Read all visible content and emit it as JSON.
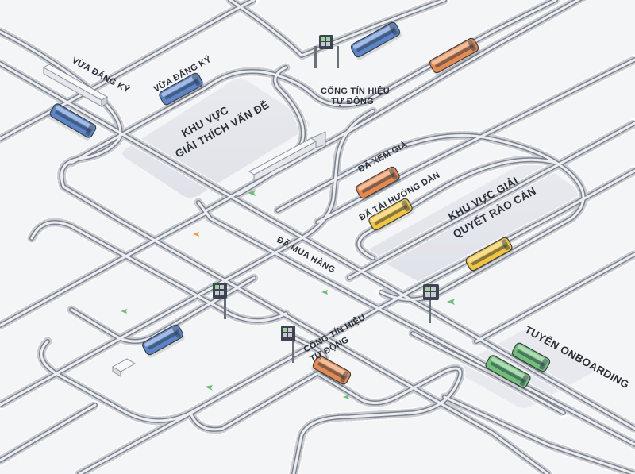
{
  "labels": {
    "vua_dang_ky_1": "VỪA ĐĂNG KÝ",
    "vua_dang_ky_2": "VỪA ĐĂNG KÝ",
    "cong_tin_hieu_1_line1": "CỔNG TÍN HIỆU",
    "cong_tin_hieu_1_line2": "TỰ ĐỘNG",
    "cong_tin_hieu_2_line1": "CỔNG TÍN HIỆU",
    "cong_tin_hieu_2_line2": "TỰ ĐỘNG",
    "khu_vuc_1_line1": "KHU VỰC",
    "khu_vuc_1_line2": "GIẢI THÍCH VẤN ĐỀ",
    "khu_vuc_2_line1": "KHU VỰC GIẢI",
    "khu_vuc_2_line2": "QUYẾT RÀO CẢN",
    "da_xem_gia": "ĐÃ XEM GIÁ",
    "da_tai_huong_dan": "ĐÃ TẢI HƯỚNG DẪN",
    "da_mua_hang": "ĐÃ MUA HÀNG",
    "tuyen_onboarding": "TUYẾN ONBOARDING"
  },
  "colors": {
    "train_blue": "#5b85c7",
    "train_orange": "#e58a4e",
    "train_yellow": "#f0c43c",
    "train_green": "#6fbf78",
    "zone_fill": "#e3e5eb",
    "rail": "#7d838d",
    "background": "#f4f5f7"
  },
  "icons": [
    "train-icon",
    "signal-gate-icon",
    "platform-icon",
    "track-arrow-icon"
  ]
}
